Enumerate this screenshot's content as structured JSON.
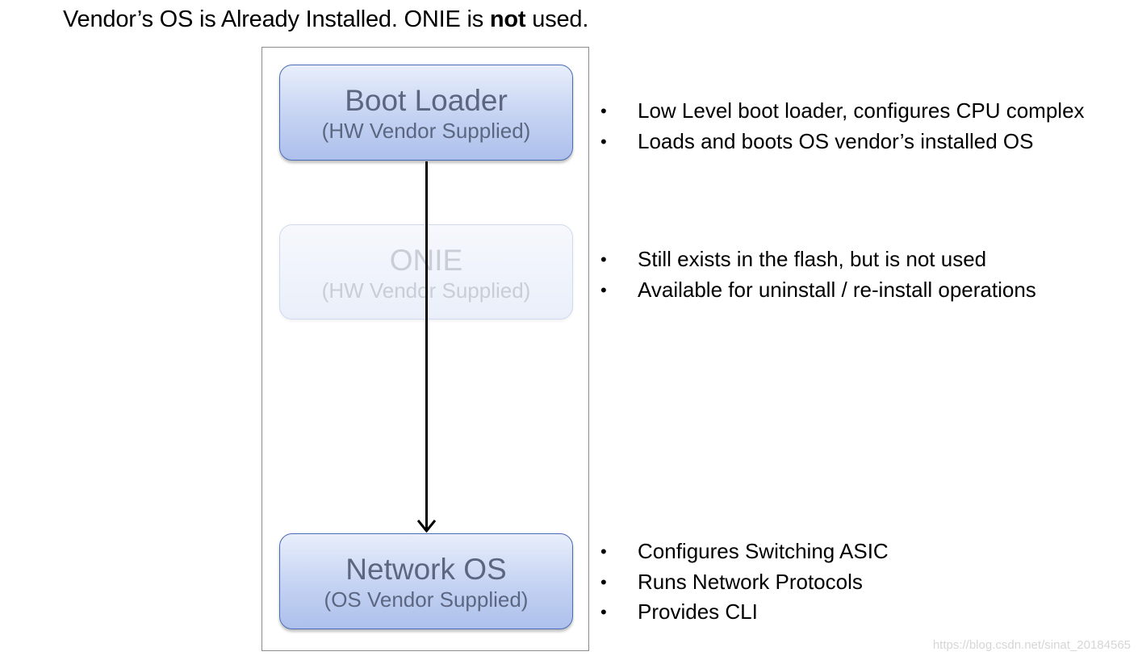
{
  "title": {
    "prefix": "Vendor’s OS is Already Installed.  ONIE is ",
    "emphasis": "not",
    "suffix": " used."
  },
  "boxes": {
    "boot_loader": {
      "name": "Boot Loader",
      "supplier": "(HW Vendor Supplied)"
    },
    "onie": {
      "name": "ONIE",
      "supplier": "(HW Vendor Supplied)"
    },
    "network_os": {
      "name": "Network OS",
      "supplier": "(OS Vendor Supplied)"
    }
  },
  "bullets": {
    "boot_loader": [
      "Low Level boot loader, configures CPU complex",
      "Loads and boots OS vendor’s installed OS"
    ],
    "onie": [
      "Still exists in the flash, but is not used",
      "Available for uninstall / re-install operations"
    ],
    "network_os": [
      "Configures Switching ASIC",
      "Runs Network Protocols",
      "Provides CLI"
    ]
  },
  "bullet_glyph": "•",
  "watermark": "https://blog.csdn.net/sinat_20184565",
  "colors": {
    "box_border": "#4a6bb5",
    "box_text": "#5c6680",
    "faded_text": "#c9cdd6",
    "arrow": "#000000"
  }
}
